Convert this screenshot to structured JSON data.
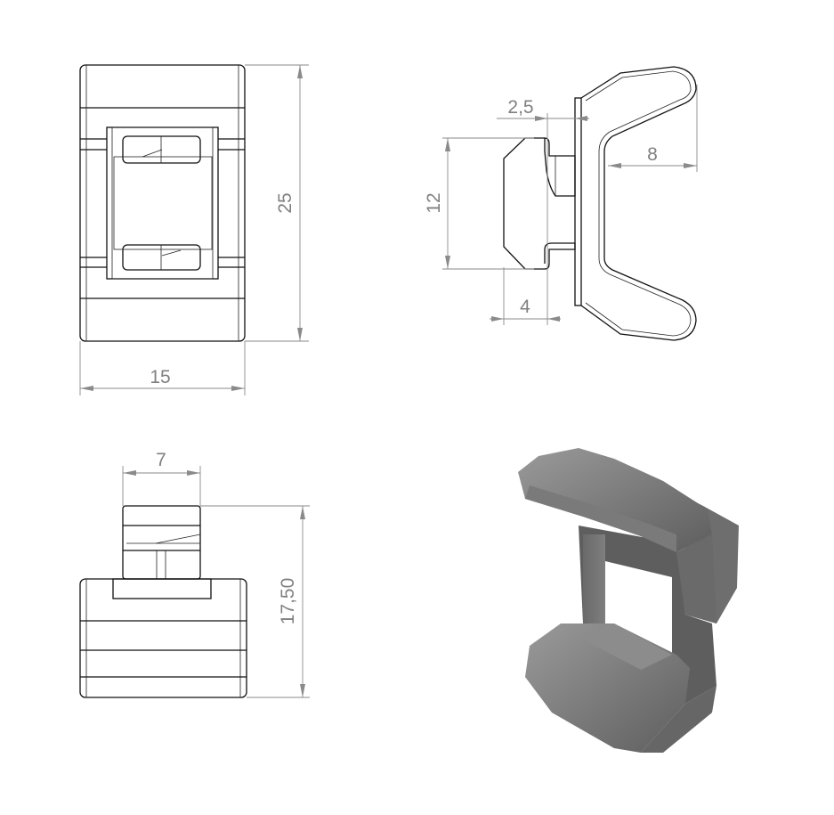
{
  "drawing": {
    "front_view": {
      "height_label": "25",
      "width_label": "15"
    },
    "side_view": {
      "neck_label": "2,5",
      "nut_height_label": "12",
      "wing_depth_label": "8",
      "nut_width_label": "4"
    },
    "bottom_view": {
      "top_width_label": "7",
      "overall_height_label": "17,50"
    },
    "iso_view": {
      "fill_color": "#7a7a7a"
    }
  }
}
